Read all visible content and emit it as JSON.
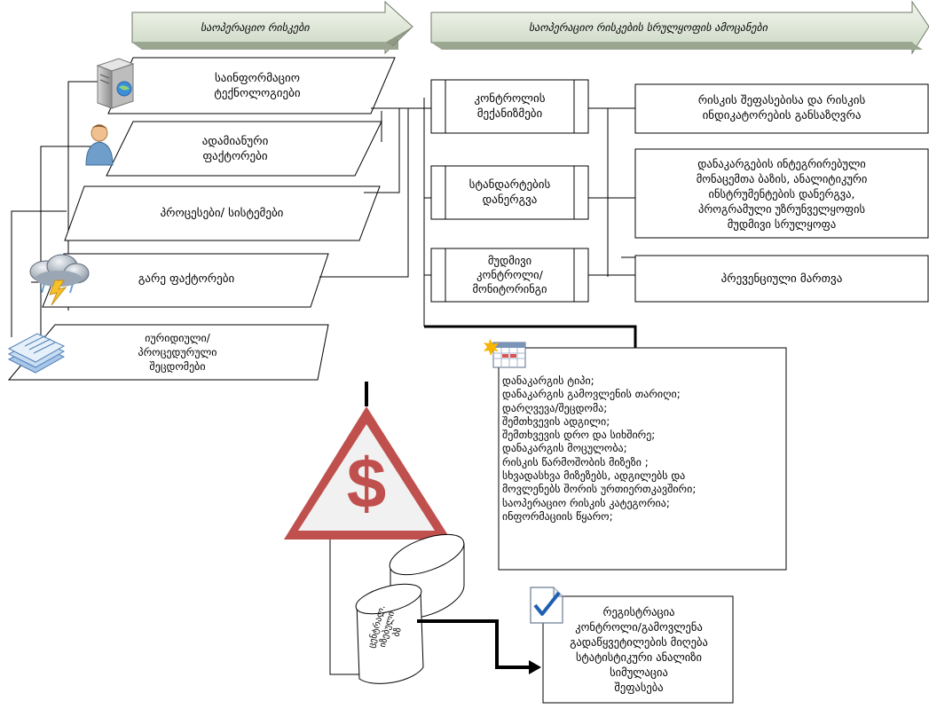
{
  "banners": {
    "left_title": "საოპერაციო რისკები",
    "right_title": "საოპერაციო რისკების სრულყოფის ამოცანები"
  },
  "risk_sources": [
    {
      "label": "საინფორმაციო\nტექნოლოგიები",
      "icon": "server-icon"
    },
    {
      "label": "ადამიანური\nფაქტორები",
      "icon": "person-icon"
    },
    {
      "label": "პროცესები/ სისტემები",
      "icon": ""
    },
    {
      "label": "გარე ფაქტორები",
      "icon": "storm-cloud-icon"
    },
    {
      "label": "იურიდიული/\nპროცედურული\nშეცდომები",
      "icon": "documents-stack-icon"
    }
  ],
  "controls": [
    {
      "label": "კონტროლის\nმექანიზმები"
    },
    {
      "label": "სტანდარტების\nდანერგვა"
    },
    {
      "label": "მუდმივი\nკონტროლი/\nმონიტორინგი"
    }
  ],
  "tasks": [
    {
      "label": "რისკის შეფასებისა და რისკის\nინდიკატორების განსაზღვრა"
    },
    {
      "label": "დანაკარგების ინტეგრირებული\nმონაცემთა ბაზის, ანალიტიკური\nინსტრუმენტების დანერგვა,\nპროგრამული უზრუნველყოფის\nმუდმივი სრულყოფა"
    },
    {
      "label": "პრევენციული მართვა"
    }
  ],
  "loss_info": [
    "დანაკარგის ტიპი;",
    "დანაკარგის გამოვლენის თარიღი;",
    "დარღვევა/შეცდომა;",
    "შემთხვევის ადგილი;",
    "შემთხვევის დრო და სიხშირე;",
    "დანაკარგის მოცულობა;",
    "რისკის წარმოშობის მიზეზი ;",
    "სხვადასხვა მიზეზებს, ადგილებს და",
    "მოვლენებს შორის ურთიერთკავშირი;",
    "საოპერაციო რისკის კატეგორია;",
    "ინფორმაციის წყარო;"
  ],
  "database_label": "ცენტრალ.\nიზებული\nბზ",
  "warning_symbol": "$",
  "result": {
    "label": "რეგისტრაცია\nკონტროლი/გამოვლენა\nგადაწყვეტილების მიღება\nსტატისტიკური ანალიზი\nსიმულაცია\nშეფასება"
  },
  "colors": {
    "banner_fill": "#e8efe0",
    "banner_dark": "#6e7a66",
    "warning_red": "#c0504d",
    "line": "#000000"
  }
}
